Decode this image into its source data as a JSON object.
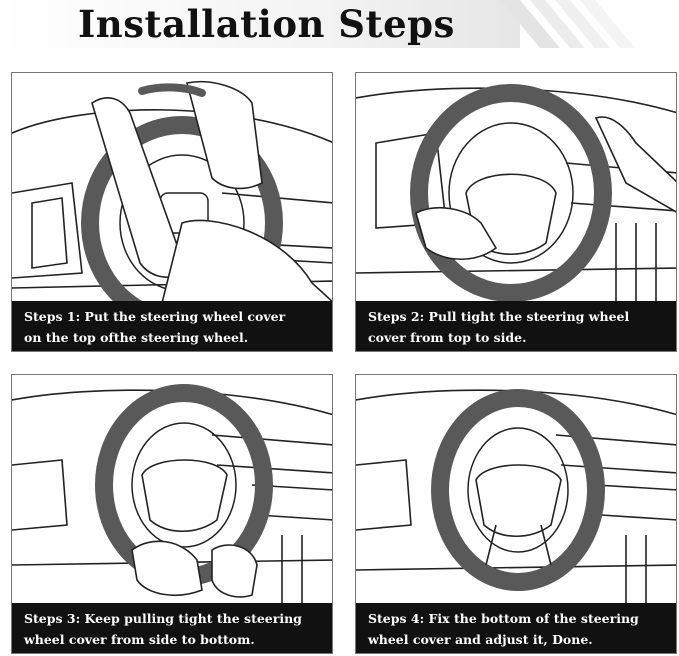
{
  "header": {
    "title": "Installation Steps"
  },
  "steps": [
    {
      "line1": "Steps 1: Put the steering wheel cover",
      "line2": "on the top ofthe steering wheel."
    },
    {
      "line1": "Steps 2: Pull tight the steering wheel",
      "line2": "cover from top to side."
    },
    {
      "line1": "Steps 3: Keep pulling tight the steering",
      "line2": "wheel cover from side to bottom."
    },
    {
      "line1": "Steps 4: Fix the bottom of the steering",
      "line2": "wheel cover and adjust it, Done."
    }
  ],
  "colors": {
    "cover": "#595959",
    "caption_bg": "#111111",
    "caption_text": "#ffffff",
    "line_art": "#222222"
  }
}
